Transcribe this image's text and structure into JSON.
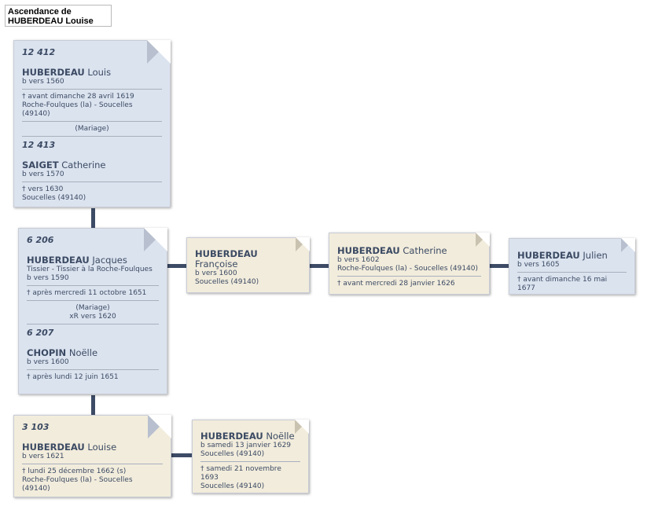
{
  "title": {
    "line1": "Ascendance de",
    "line2": "HUBERDEAU Louise"
  },
  "persons": {
    "louis": {
      "sosa": "12 412",
      "surname": "HUBERDEAU",
      "given": "Louis",
      "birth": "b vers 1560",
      "death": "† avant dimanche 28 avril 1619",
      "death_place": "Roche-Foulques (la) - Soucelles (49140)"
    },
    "marriage1": {
      "label": "(Mariage)"
    },
    "catherine_s": {
      "sosa": "12 413",
      "surname": "SAIGET",
      "given": "Catherine",
      "birth": "b vers 1570",
      "death": "† vers 1630",
      "death_place": "Soucelles (49140)"
    },
    "jacques": {
      "sosa": "6 206",
      "surname": "HUBERDEAU",
      "given": "Jacques",
      "occupation": "Tissier - Tissier à la Roche-Foulques",
      "birth": "b vers 1590",
      "death": "† après mercredi 11 octobre 1651"
    },
    "marriage2": {
      "label": "(Mariage)",
      "detail": "xR vers 1620"
    },
    "noelle_c": {
      "sosa": "6 207",
      "surname": "CHOPIN",
      "given": "Noëlle",
      "birth": "b vers 1600",
      "death": "† après lundi 12 juin 1651"
    },
    "francoise": {
      "surname": "HUBERDEAU",
      "given": "Françoise",
      "birth": "b vers 1600",
      "birth_place": "Soucelles (49140)"
    },
    "catherine_h": {
      "surname": "HUBERDEAU",
      "given": "Catherine",
      "birth": "b vers 1602",
      "birth_place": "Roche-Foulques (la) - Soucelles (49140)",
      "death": "† avant mercredi 28 janvier 1626"
    },
    "julien": {
      "surname": "HUBERDEAU",
      "given": "Julien",
      "birth": "b vers 1605",
      "death": "† avant dimanche 16 mai 1677"
    },
    "louise": {
      "sosa": "3 103",
      "surname": "HUBERDEAU",
      "given": "Louise",
      "birth": "b vers 1621",
      "death": "† lundi 25 décembre 1662 (s)",
      "death_place": "Roche-Foulques (la) - Soucelles (49140)"
    },
    "noelle_h": {
      "surname": "HUBERDEAU",
      "given": "Noëlle",
      "birth": "b samedi 13 janvier 1629",
      "birth_place": "Soucelles (49140)",
      "death": "† samedi 21 novembre 1693",
      "death_place": "Soucelles (49140)"
    }
  },
  "colors": {
    "ancestor_card": "#dbe3ef",
    "relative_card": "#f2ecdc",
    "connector": "#3d4b66",
    "text": "#3b4a63"
  }
}
